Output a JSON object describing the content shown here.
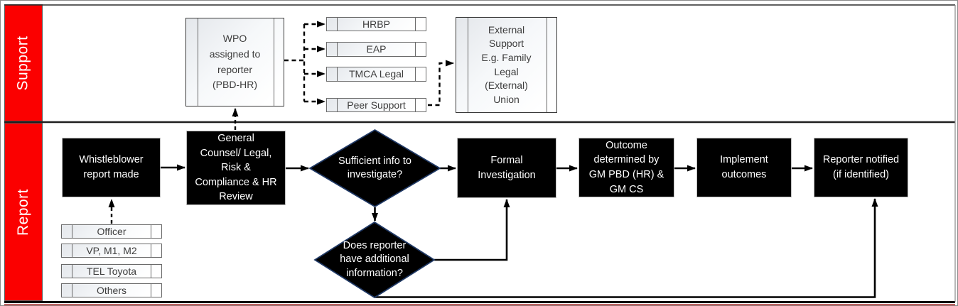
{
  "accent_color": "#fb0000",
  "node_fill_color": "#000000",
  "decision_border_color": "#1f3864",
  "lanes": {
    "support": "Support",
    "report": "Report"
  },
  "support_lane": {
    "wpo_box": "WPO\nassigned to\nreporter\n(PBD-HR)",
    "channels": [
      "HRBP",
      "EAP",
      "TMCA Legal",
      "Peer Support"
    ],
    "external_box": "External\nSupport\nE.g. Family\nLegal\n(External)\nUnion"
  },
  "report_lane": {
    "whistleblower_box": "Whistleblower\nreport made",
    "sources": [
      "Officer",
      "VP, M1, M2",
      "TEL Toyota",
      "Others"
    ],
    "review_box": "General\nCounsel/ Legal,\nRisk &\nCompliance & HR\nReview",
    "decision_sufficient_info": "Sufficient info to\ninvestigate?",
    "decision_additional_info": "Does reporter\nhave additional\ninformation?",
    "formal_investigation_box": "Formal\nInvestigation",
    "outcome_box": "Outcome\ndetermined by\nGM PBD (HR) &\nGM CS",
    "implement_box": "Implement\noutcomes",
    "notified_box": "Reporter notified\n(if identified)"
  }
}
